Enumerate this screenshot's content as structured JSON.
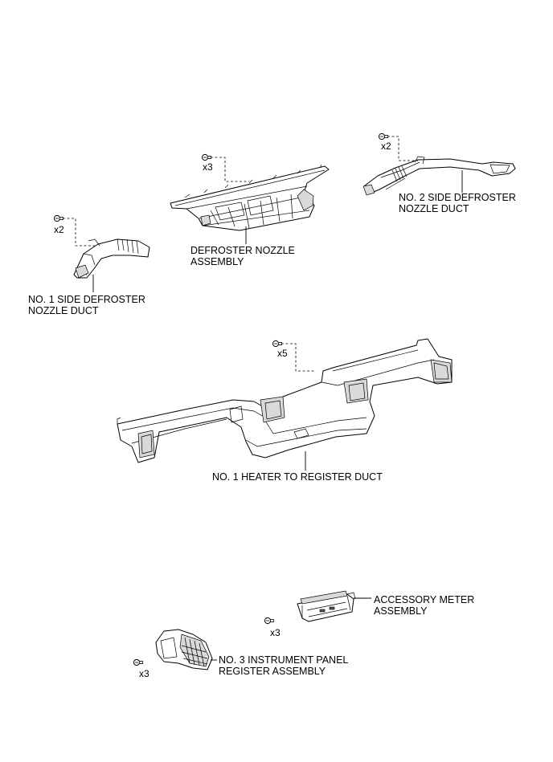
{
  "parts": {
    "defroster_nozzle": {
      "label_line1": "DEFROSTER NOZZLE",
      "label_line2": "ASSEMBLY",
      "qty": "x3"
    },
    "side_duct_no2": {
      "label_line1": "NO. 2 SIDE DEFROSTER",
      "label_line2": "NOZZLE DUCT",
      "qty": "x2"
    },
    "side_duct_no1": {
      "label_line1": "NO. 1 SIDE DEFROSTER",
      "label_line2": "NOZZLE DUCT",
      "qty": "x2"
    },
    "heater_register_duct": {
      "label_line1": "NO. 1 HEATER TO  REGISTER DUCT",
      "qty": "x5"
    },
    "accessory_meter": {
      "label_line1": "ACCESSORY METER",
      "label_line2": "ASSEMBLY",
      "qty": "x3"
    },
    "instrument_register_no3": {
      "label_line1": "NO. 3 INSTRUMENT PANEL",
      "label_line2": "REGISTER ASSEMBLY",
      "qty": "x3"
    }
  },
  "icons": {
    "screw": "screw-icon"
  }
}
